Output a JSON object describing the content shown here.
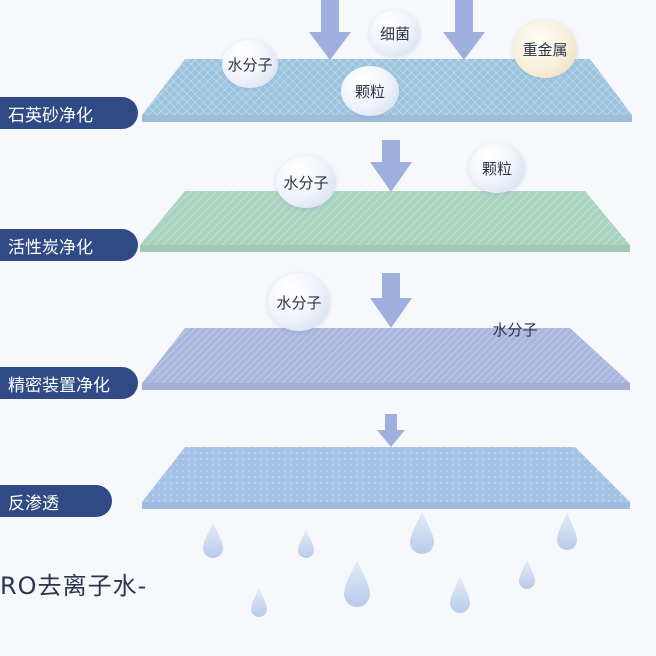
{
  "stages": [
    {
      "label": "石英砂净化",
      "color": "#9cc4df",
      "pattern": "#c2dced"
    },
    {
      "label": "活性炭净化",
      "color": "#a9d3bf",
      "pattern": "#cae6d7"
    },
    {
      "label": "精密装置净化",
      "color": "#a9b6dd",
      "pattern": "#c7d0ec"
    },
    {
      "label": "反渗透",
      "color": "#a5c2e6",
      "pattern": "#c4d7ef"
    }
  ],
  "particles": {
    "water_molecule": "水分子",
    "bacteria": "细菌",
    "heavy_metal": "重金属",
    "particle": "颗粒"
  },
  "caption": "RO去离子水-",
  "colors": {
    "pill": "#2f4a84",
    "arrow": "#9fb0de",
    "drop": "#c6d6ef",
    "background": "#f6f8fc"
  }
}
